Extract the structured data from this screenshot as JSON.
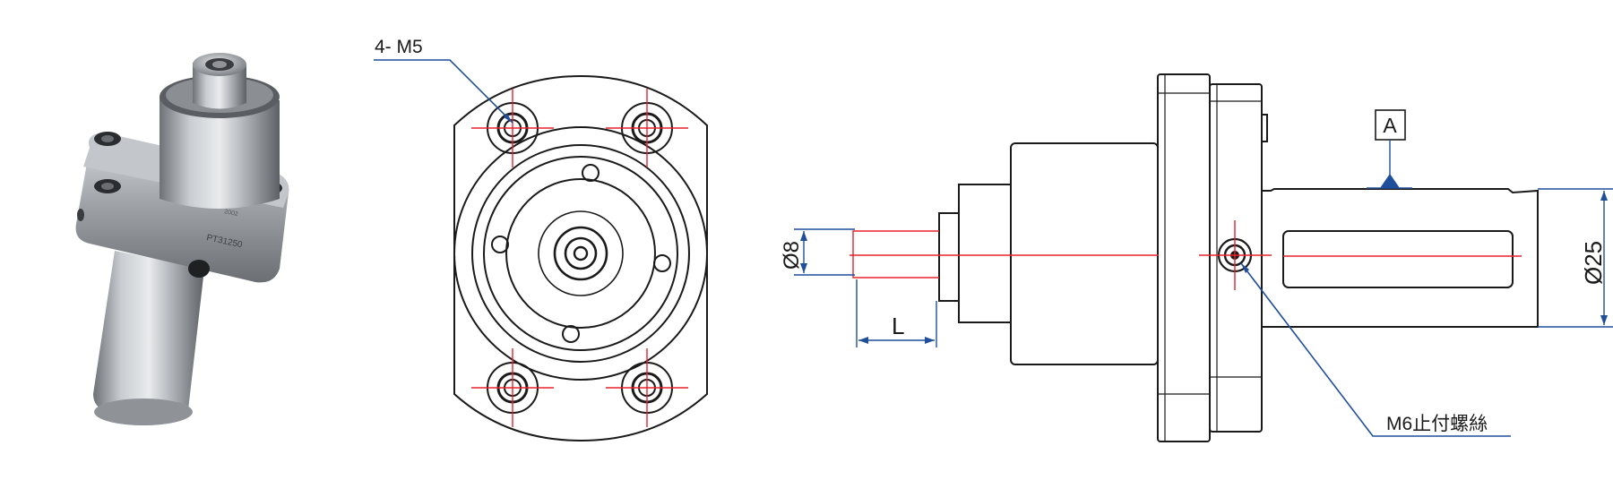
{
  "product_photo": {
    "engraved_text": "PT31250",
    "engraved_code": "2002"
  },
  "front_view": {
    "callout_label": "4- M5"
  },
  "side_view": {
    "datum_label": "A",
    "dim_diameter_small": "Ø8",
    "dim_length": "L",
    "dim_diameter_shank": "Ø25",
    "screw_label": "M6止付螺絲"
  },
  "colors": {
    "outline": "#1a1a1a",
    "centerline": "#e8212a",
    "dimension": "#1f4e9a"
  }
}
